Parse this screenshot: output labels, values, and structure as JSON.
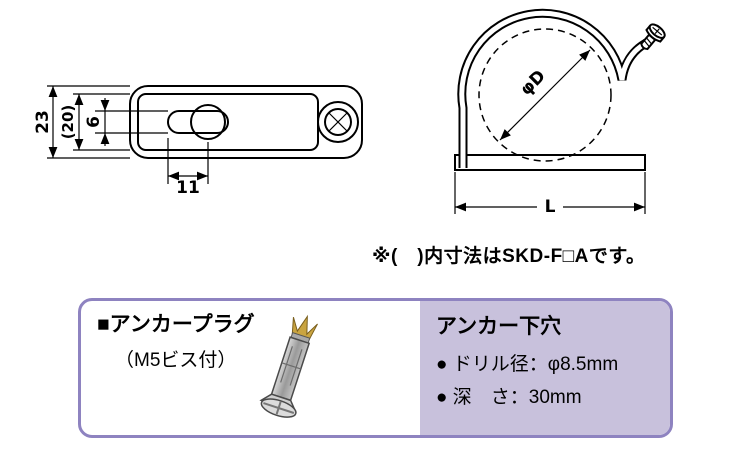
{
  "colors": {
    "panel_border": "#8e83c0",
    "panel_bg": "#c8c1dc",
    "brass": "#c9a441"
  },
  "top_view": {
    "dim_overall_height": "23",
    "dim_inner_height": "(20)",
    "dim_slot_width": "6",
    "dim_slot_length": "11"
  },
  "side_view": {
    "dim_pipe_diameter": "φD",
    "dim_base_length": "L"
  },
  "note": "※(　)内寸法はSKD-F□Aです。",
  "panel": {
    "left": {
      "title": "■アンカープラグ",
      "subtitle": "（M5ビス付）"
    },
    "right": {
      "title": "アンカー下穴",
      "items": [
        "● ドリル径：φ8.5mm",
        "● 深　さ：30mm"
      ]
    }
  }
}
